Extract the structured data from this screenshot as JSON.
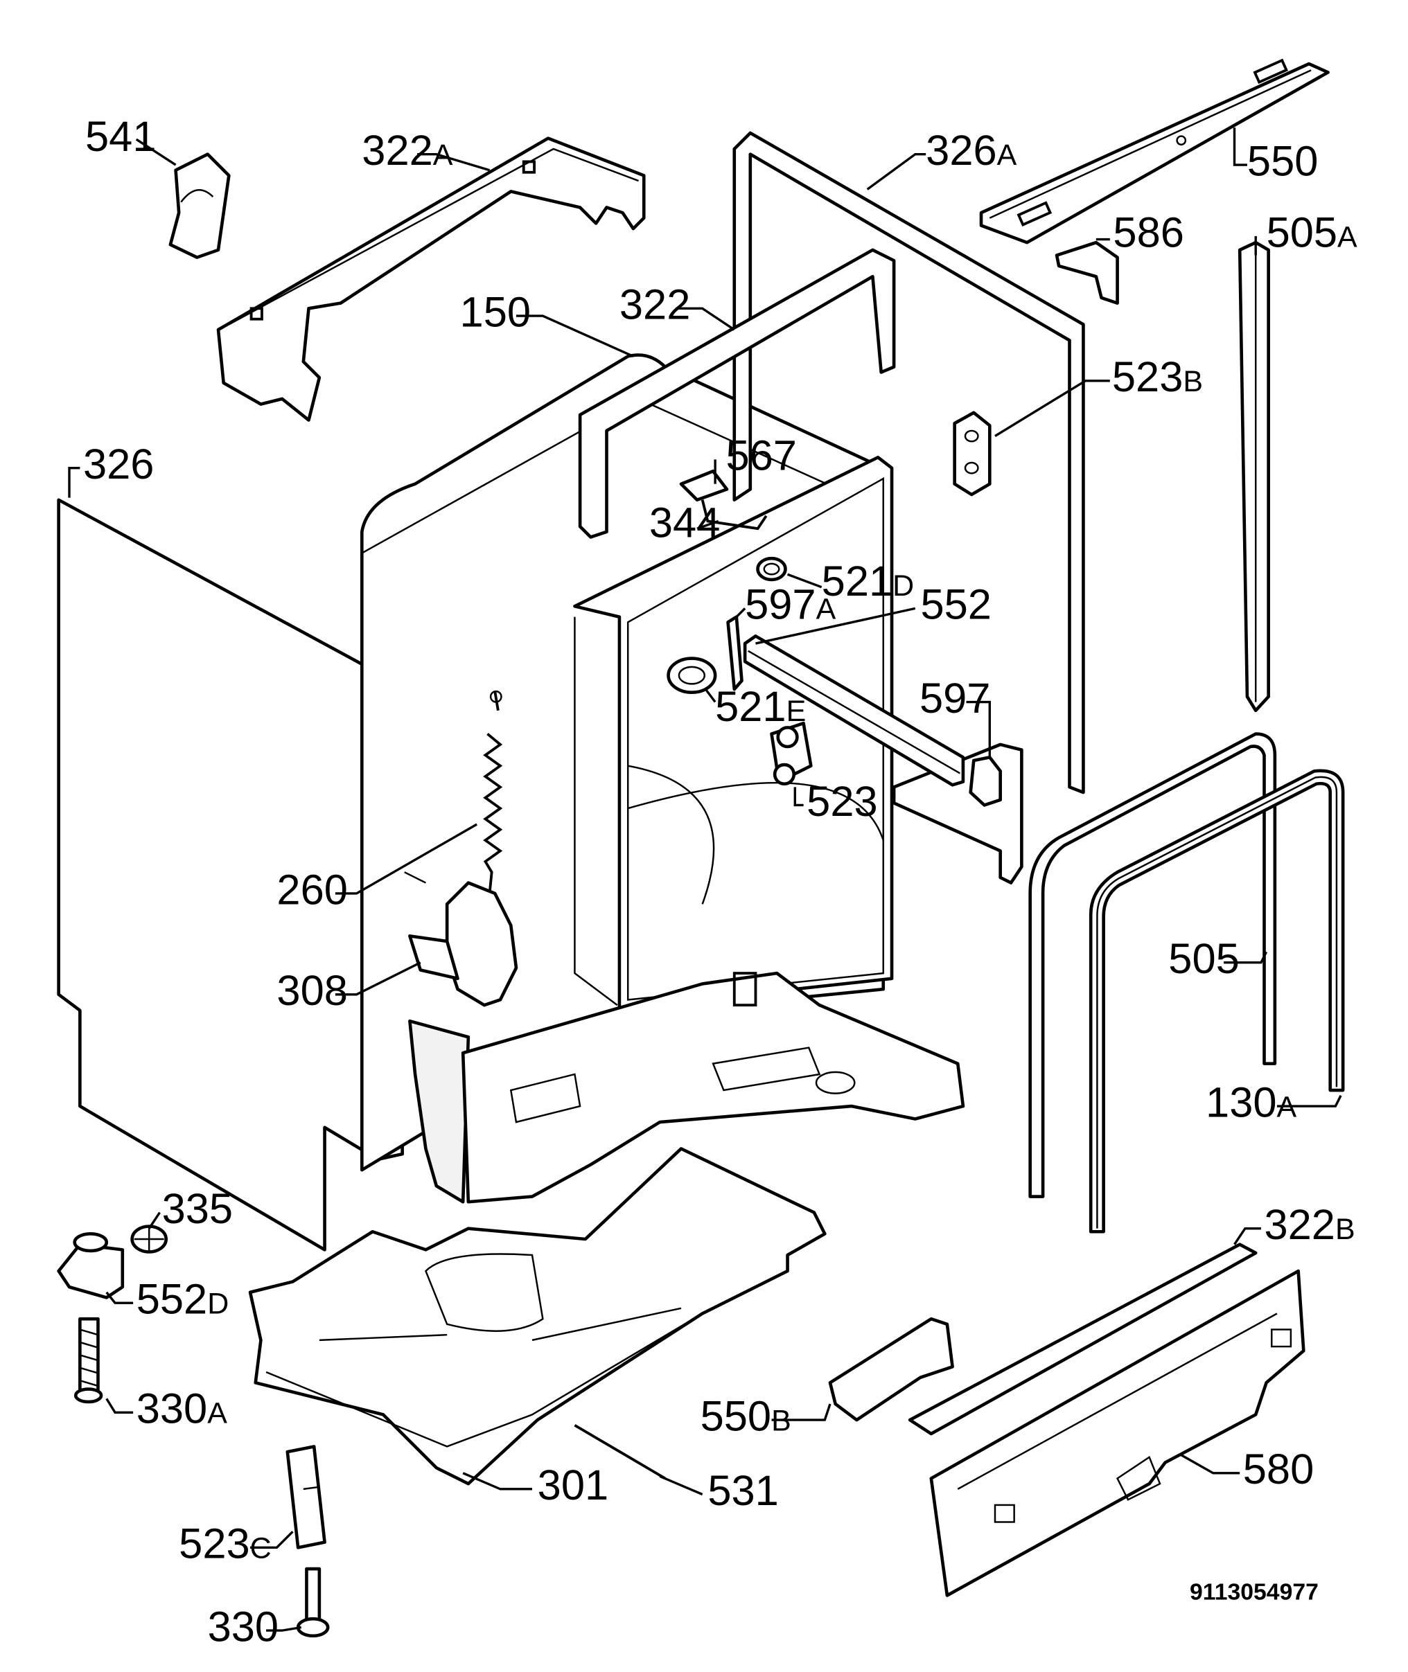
{
  "document_number": "9113054977",
  "callouts": [
    {
      "id": "541",
      "num": "541",
      "suffix": ""
    },
    {
      "id": "322a",
      "num": "322",
      "suffix": "A"
    },
    {
      "id": "326a",
      "num": "326",
      "suffix": "A"
    },
    {
      "id": "550",
      "num": "550",
      "suffix": ""
    },
    {
      "id": "586",
      "num": "586",
      "suffix": ""
    },
    {
      "id": "505a",
      "num": "505",
      "suffix": "A"
    },
    {
      "id": "150",
      "num": "150",
      "suffix": ""
    },
    {
      "id": "322",
      "num": "322",
      "suffix": ""
    },
    {
      "id": "523b",
      "num": "523",
      "suffix": "B"
    },
    {
      "id": "326",
      "num": "326",
      "suffix": ""
    },
    {
      "id": "567",
      "num": "567",
      "suffix": ""
    },
    {
      "id": "344",
      "num": "344",
      "suffix": ""
    },
    {
      "id": "521d",
      "num": "521",
      "suffix": "D"
    },
    {
      "id": "597a",
      "num": "597",
      "suffix": "A"
    },
    {
      "id": "552",
      "num": "552",
      "suffix": ""
    },
    {
      "id": "521e",
      "num": "521",
      "suffix": "E"
    },
    {
      "id": "597",
      "num": "597",
      "suffix": ""
    },
    {
      "id": "523",
      "num": "523",
      "suffix": ""
    },
    {
      "id": "260",
      "num": "260",
      "suffix": ""
    },
    {
      "id": "308",
      "num": "308",
      "suffix": ""
    },
    {
      "id": "505",
      "num": "505",
      "suffix": ""
    },
    {
      "id": "130a",
      "num": "130",
      "suffix": "A"
    },
    {
      "id": "335",
      "num": "335",
      "suffix": ""
    },
    {
      "id": "552d",
      "num": "552",
      "suffix": "D"
    },
    {
      "id": "322b",
      "num": "322",
      "suffix": "B"
    },
    {
      "id": "330a",
      "num": "330",
      "suffix": "A"
    },
    {
      "id": "550b",
      "num": "550",
      "suffix": "B"
    },
    {
      "id": "580",
      "num": "580",
      "suffix": ""
    },
    {
      "id": "301",
      "num": "301",
      "suffix": ""
    },
    {
      "id": "531",
      "num": "531",
      "suffix": ""
    },
    {
      "id": "523c",
      "num": "523",
      "suffix": "C"
    },
    {
      "id": "330",
      "num": "330",
      "suffix": ""
    }
  ]
}
